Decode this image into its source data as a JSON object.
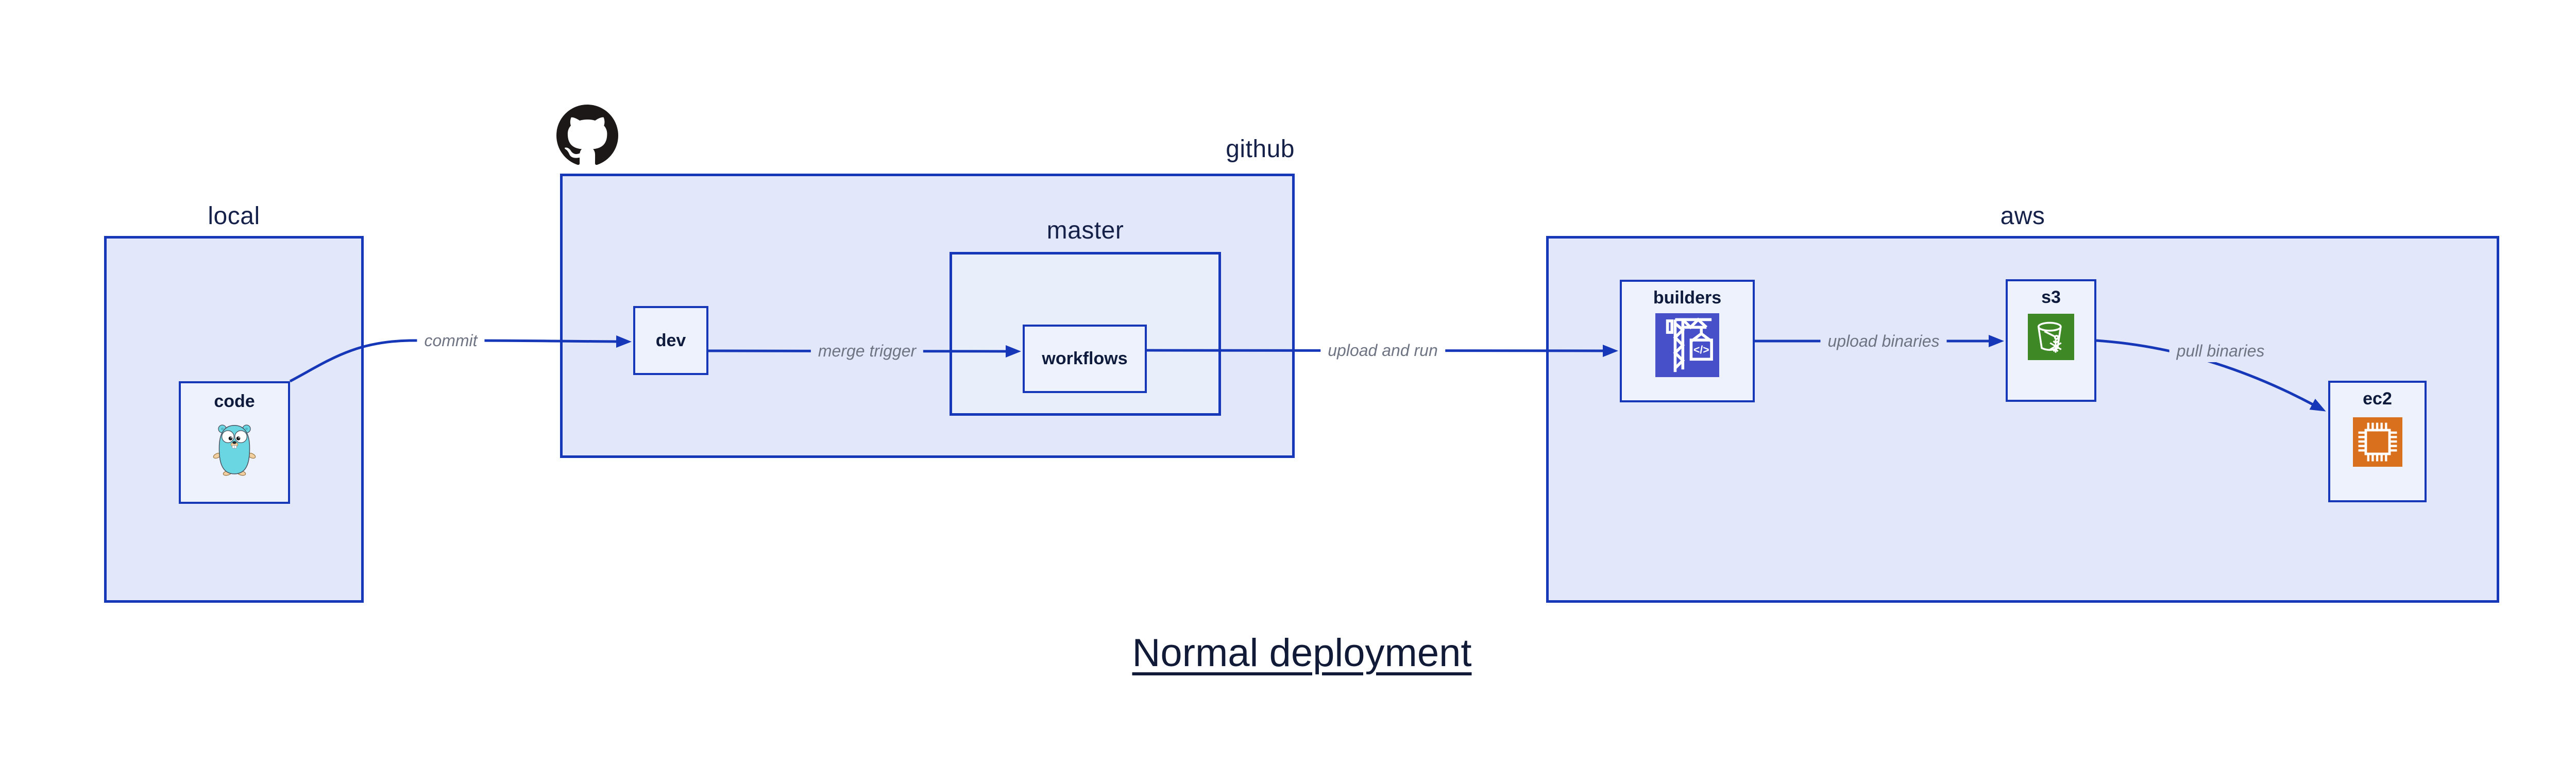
{
  "title": {
    "text": "Normal deployment"
  },
  "containers": {
    "local": {
      "label": "local"
    },
    "github": {
      "label": "github",
      "logo_icon": "github-octocat-logo"
    },
    "master": {
      "label": "master"
    },
    "aws": {
      "label": "aws"
    }
  },
  "nodes": {
    "code": {
      "label": "code",
      "icon": "go-gopher"
    },
    "dev": {
      "label": "dev"
    },
    "workflows": {
      "label": "workflows"
    },
    "builders": {
      "label": "builders",
      "icon": "aws-codebuild-crane"
    },
    "s3": {
      "label": "s3",
      "icon": "aws-s3-glacier-bucket"
    },
    "ec2": {
      "label": "ec2",
      "icon": "aws-ec2-chip"
    }
  },
  "edges": [
    {
      "from": "code",
      "to": "dev",
      "label": "commit"
    },
    {
      "from": "dev",
      "to": "workflows",
      "label": "merge trigger"
    },
    {
      "from": "workflows",
      "to": "builders",
      "label": "upload and run"
    },
    {
      "from": "builders",
      "to": "s3",
      "label": "upload binaries"
    },
    {
      "from": "s3",
      "to": "ec2",
      "label": "pull binaries"
    }
  ],
  "icons": {
    "crane_glyph": "</>"
  },
  "colors": {
    "container_fill": "#e2e8f9",
    "node_fill": "#eef2fc",
    "stroke_blue": "#1537b8",
    "edge_label_gray": "#6f7483",
    "text_navy": "#0e1b3d",
    "codebuild_indigo": "#4750c8",
    "s3_green": "#3e8926",
    "ec2_orange": "#d9701d",
    "github_black": "#1b1817",
    "gopher_teal": "#6ad6e2"
  }
}
